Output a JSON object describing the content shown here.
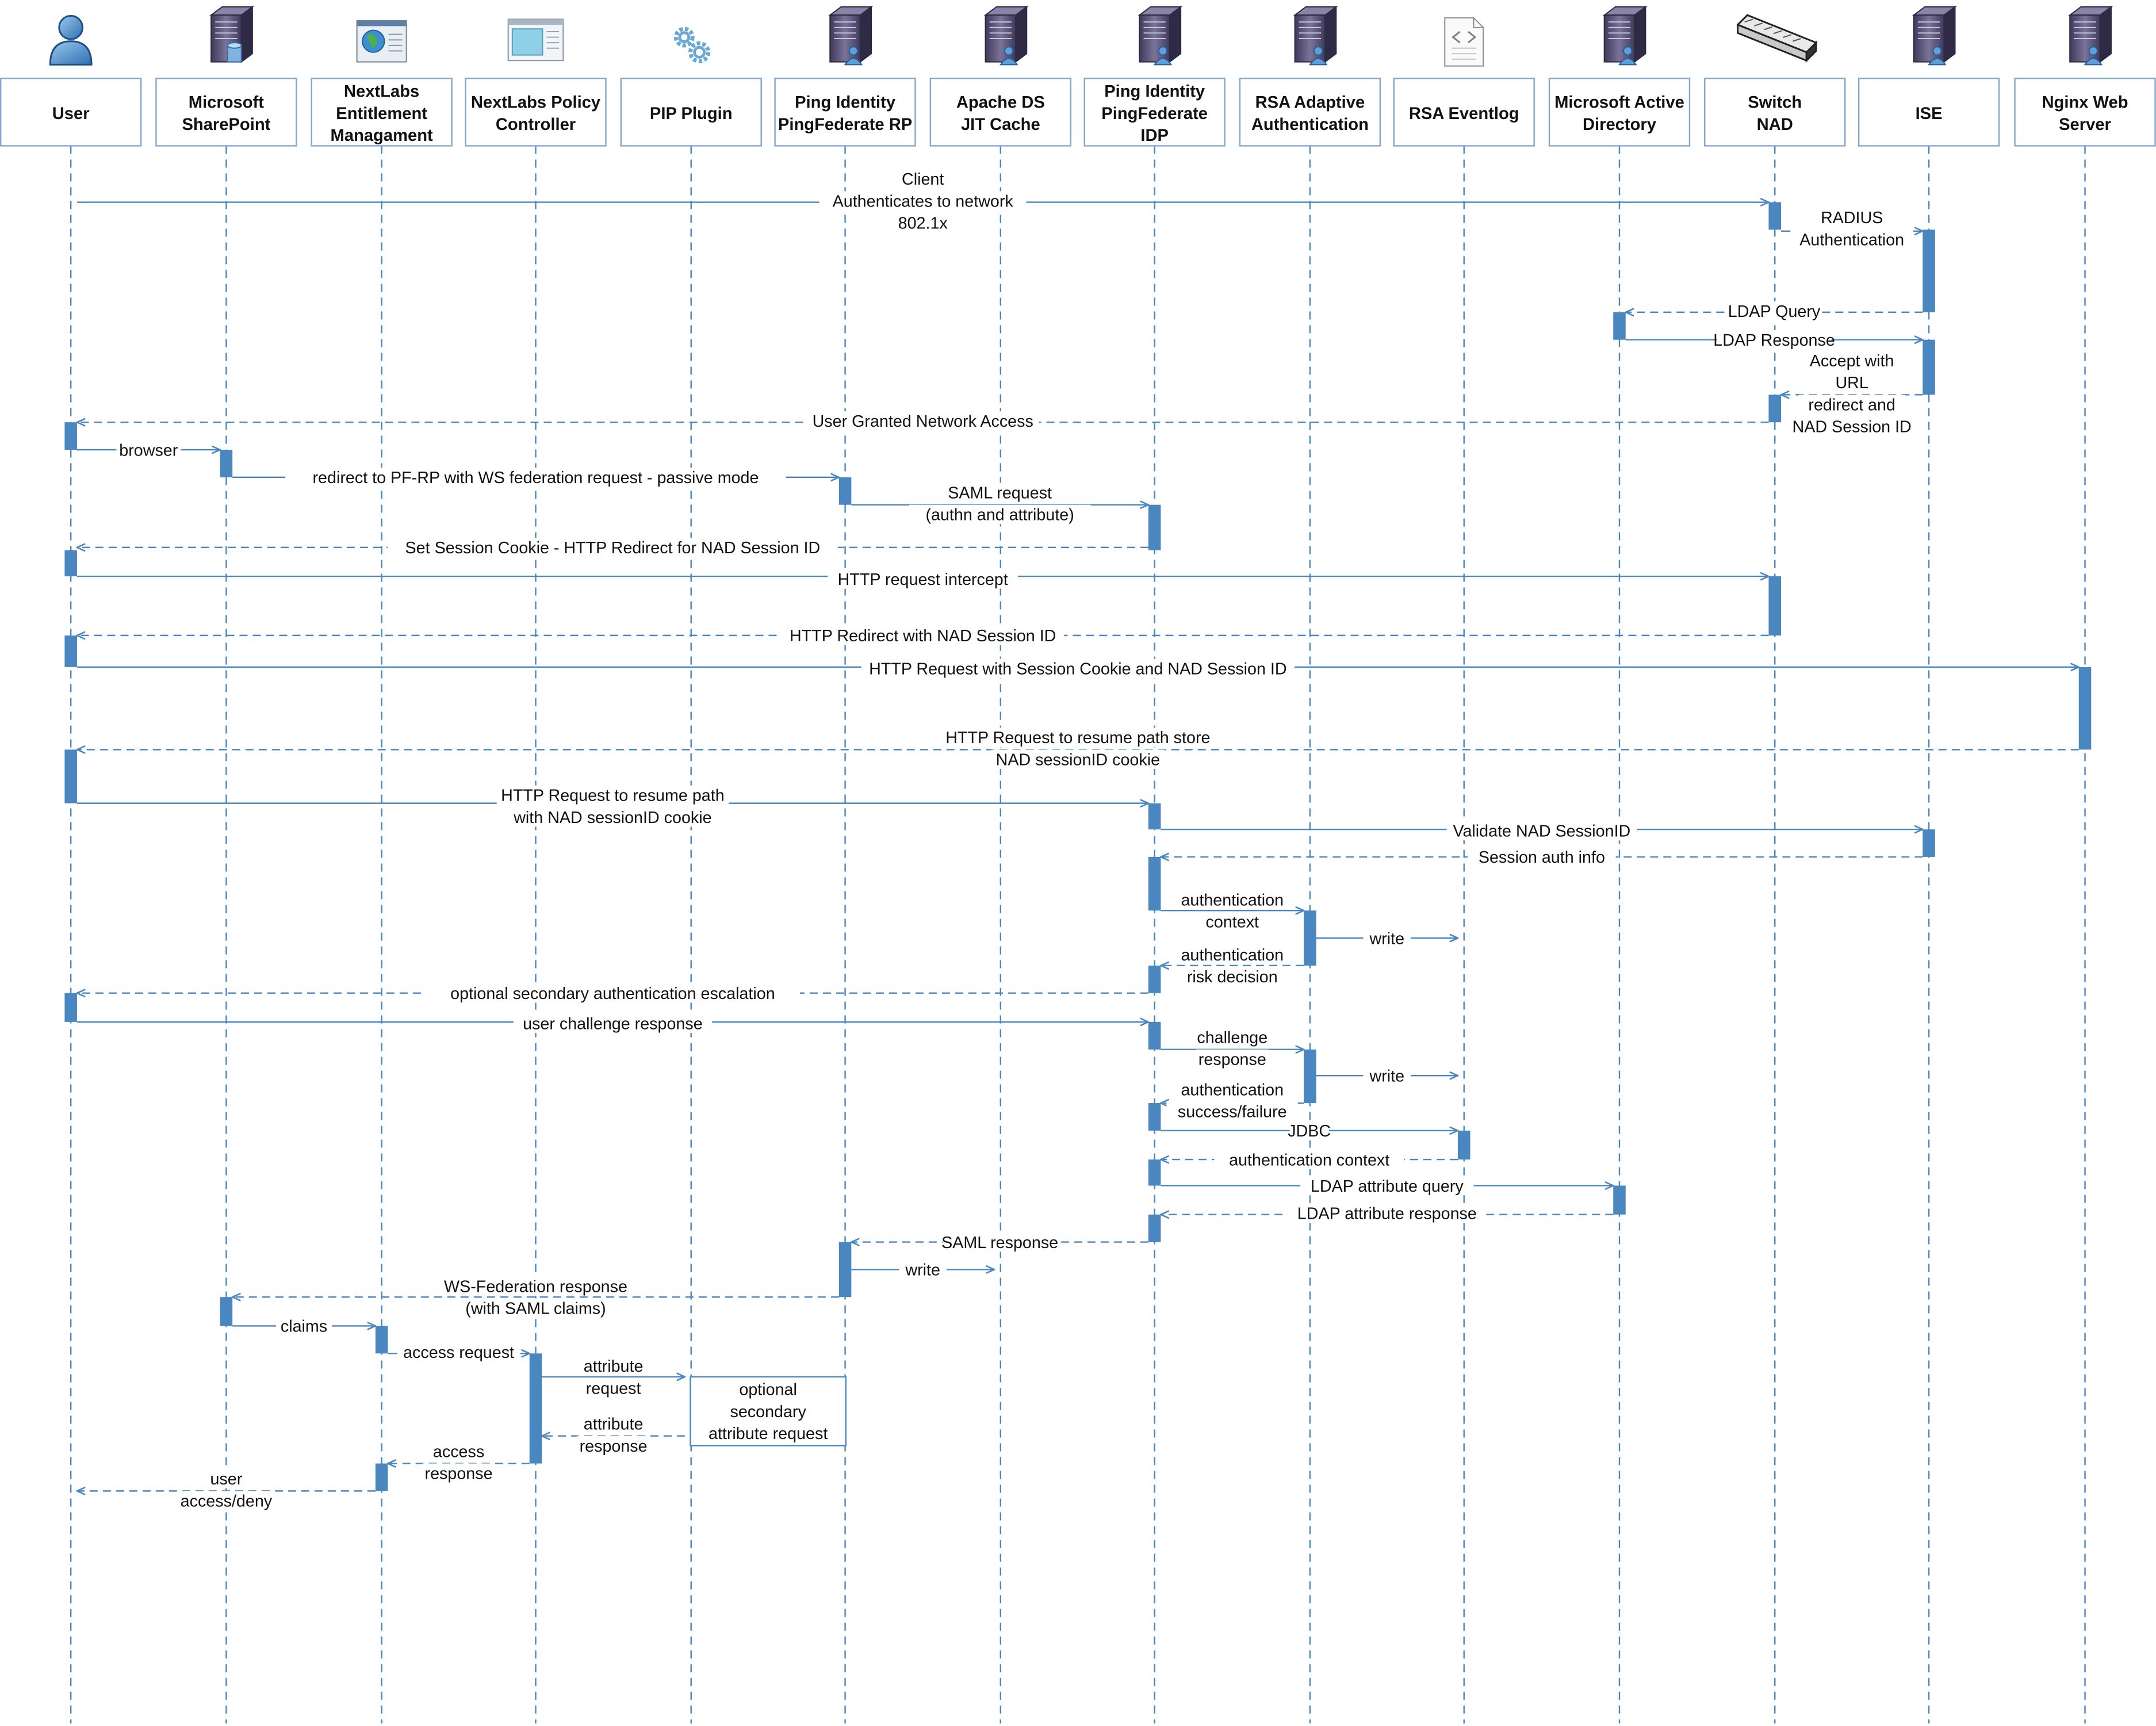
{
  "participants": [
    {
      "key": "user",
      "label": [
        "User"
      ],
      "icon": "user-icon"
    },
    {
      "key": "sharepoint",
      "label": [
        "Microsoft",
        "SharePoint"
      ],
      "icon": "server-db-icon"
    },
    {
      "key": "nextlabs_em",
      "label": [
        "NextLabs",
        "Entitlement",
        "Managament"
      ],
      "icon": "web-app-icon"
    },
    {
      "key": "nextlabs_pc",
      "label": [
        "NextLabs Policy",
        "Controller"
      ],
      "icon": "window-icon"
    },
    {
      "key": "pip",
      "label": [
        "PIP Plugin"
      ],
      "icon": "gears-icon"
    },
    {
      "key": "pf_rp",
      "label": [
        "Ping Identity",
        "PingFederate RP"
      ],
      "icon": "server-user-icon"
    },
    {
      "key": "apacheds",
      "label": [
        "Apache DS",
        "JIT Cache"
      ],
      "icon": "server-user-icon"
    },
    {
      "key": "pf_idp",
      "label": [
        "Ping Identity",
        "PingFederate",
        "IDP"
      ],
      "icon": "server-user-icon"
    },
    {
      "key": "rsa_aa",
      "label": [
        "RSA Adaptive",
        "Authentication"
      ],
      "icon": "server-user-icon"
    },
    {
      "key": "rsa_log",
      "label": [
        "RSA Eventlog"
      ],
      "icon": "document-code-icon"
    },
    {
      "key": "ad",
      "label": [
        "Microsoft Active",
        "Directory"
      ],
      "icon": "server-user-icon"
    },
    {
      "key": "switch",
      "label": [
        "Switch",
        "NAD"
      ],
      "icon": "switch-icon"
    },
    {
      "key": "ise",
      "label": [
        "ISE"
      ],
      "icon": "server-user-icon"
    },
    {
      "key": "nginx",
      "label": [
        "Nginx Web",
        "Server"
      ],
      "icon": "server-user-icon"
    }
  ],
  "messages": [
    {
      "from": 0,
      "to": 11,
      "lines": [
        "Client",
        "Authenticates to network",
        "802.1x"
      ],
      "dashed": false
    },
    {
      "from": 11,
      "to": 12,
      "lines": [
        "RADIUS",
        "Authentication"
      ],
      "dashed": false
    },
    {
      "from": 12,
      "to": 10,
      "lines": [
        "LDAP Query"
      ],
      "dashed": true
    },
    {
      "from": 10,
      "to": 12,
      "lines": [
        "LDAP Response"
      ],
      "dashed": false
    },
    {
      "from": 12,
      "to": 11,
      "lines": [
        "Accept with",
        "URL",
        "redirect and",
        "NAD Session ID"
      ],
      "dashed": true
    },
    {
      "from": 11,
      "to": 0,
      "lines": [
        "User Granted Network Access"
      ],
      "dashed": true
    },
    {
      "from": 0,
      "to": 1,
      "lines": [
        "browser"
      ],
      "dashed": false
    },
    {
      "from": 1,
      "to": 5,
      "lines": [
        "redirect to PF-RP with WS federation request - passive mode"
      ],
      "dashed": false
    },
    {
      "from": 5,
      "to": 7,
      "lines": [
        "SAML request",
        "(authn and attribute)"
      ],
      "dashed": false
    },
    {
      "from": 7,
      "to": 0,
      "lines": [
        "Set Session Cookie - HTTP Redirect for NAD Session ID"
      ],
      "dashed": true
    },
    {
      "from": 0,
      "to": 11,
      "lines": [
        "HTTP request intercept"
      ],
      "dashed": false
    },
    {
      "from": 11,
      "to": 0,
      "lines": [
        "HTTP Redirect with NAD Session ID"
      ],
      "dashed": true
    },
    {
      "from": 0,
      "to": 13,
      "lines": [
        "HTTP Request with Session Cookie and NAD Session ID"
      ],
      "dashed": false
    },
    {
      "from": 13,
      "to": 0,
      "lines": [
        "HTTP Request to resume path store",
        "NAD sessionID cookie"
      ],
      "dashed": true
    },
    {
      "from": 0,
      "to": 7,
      "lines": [
        "HTTP Request to resume path",
        "with NAD sessionID cookie"
      ],
      "dashed": false
    },
    {
      "from": 7,
      "to": 12,
      "lines": [
        "Validate NAD SessionID"
      ],
      "dashed": false
    },
    {
      "from": 12,
      "to": 7,
      "lines": [
        "Session auth info"
      ],
      "dashed": true
    },
    {
      "from": 7,
      "to": 8,
      "lines": [
        "authentication",
        "context"
      ],
      "dashed": false
    },
    {
      "from": 8,
      "to": 9,
      "lines": [
        "write"
      ],
      "dashed": false
    },
    {
      "from": 8,
      "to": 7,
      "lines": [
        "authentication",
        "risk decision"
      ],
      "dashed": true
    },
    {
      "from": 7,
      "to": 0,
      "lines": [
        "optional secondary authentication escalation"
      ],
      "dashed": true
    },
    {
      "from": 0,
      "to": 7,
      "lines": [
        "user challenge response"
      ],
      "dashed": false
    },
    {
      "from": 7,
      "to": 8,
      "lines": [
        "challenge",
        "response"
      ],
      "dashed": false
    },
    {
      "from": 8,
      "to": 9,
      "lines": [
        "write"
      ],
      "dashed": false
    },
    {
      "from": 8,
      "to": 7,
      "lines": [
        "authentication",
        "success/failure"
      ],
      "dashed": true
    },
    {
      "from": 7,
      "to": 9,
      "lines": [
        "JDBC"
      ],
      "dashed": false
    },
    {
      "from": 9,
      "to": 7,
      "lines": [
        "authentication context"
      ],
      "dashed": true
    },
    {
      "from": 7,
      "to": 10,
      "lines": [
        "LDAP attribute query"
      ],
      "dashed": false
    },
    {
      "from": 10,
      "to": 7,
      "lines": [
        "LDAP attribute response"
      ],
      "dashed": true
    },
    {
      "from": 7,
      "to": 5,
      "lines": [
        "SAML response"
      ],
      "dashed": true
    },
    {
      "from": 5,
      "to": 6,
      "lines": [
        "write"
      ],
      "dashed": false
    },
    {
      "from": 5,
      "to": 1,
      "lines": [
        "WS-Federation response",
        "(with SAML claims)"
      ],
      "dashed": true
    },
    {
      "from": 1,
      "to": 2,
      "lines": [
        "claims"
      ],
      "dashed": false
    },
    {
      "from": 2,
      "to": 3,
      "lines": [
        "access request"
      ],
      "dashed": false
    },
    {
      "from": 3,
      "to": 4,
      "lines": [
        "attribute",
        "request"
      ],
      "dashed": false
    },
    {
      "from": 4,
      "to": 3,
      "lines": [
        "attribute",
        "response"
      ],
      "dashed": true
    },
    {
      "from": 3,
      "to": 2,
      "lines": [
        "access",
        "response"
      ],
      "dashed": true
    },
    {
      "from": 2,
      "to": 0,
      "lines": [
        "user",
        "access/deny"
      ],
      "dashed": true
    }
  ],
  "note": {
    "lines": [
      "optional",
      "secondary",
      "attribute request"
    ]
  },
  "colors": {
    "line": "#4a86c0",
    "activation": "#4a86c0",
    "box_border": "#7fa7d0",
    "text": "#111111",
    "server": "#5a5478"
  }
}
